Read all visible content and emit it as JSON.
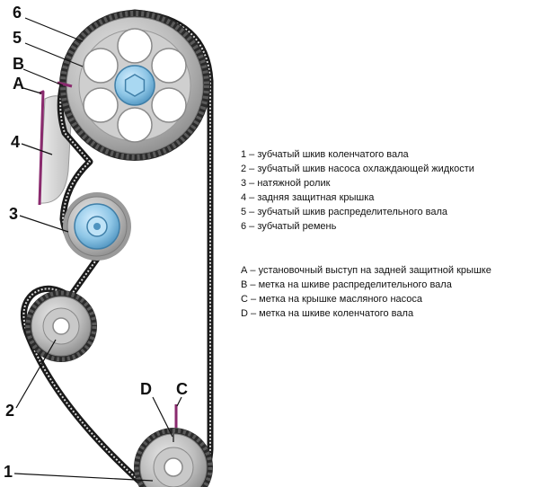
{
  "callouts": {
    "n6": "6",
    "n5": "5",
    "B": "B",
    "A": "A",
    "n4": "4",
    "n3": "3",
    "n2": "2",
    "n1": "1",
    "D": "D",
    "C": "C"
  },
  "legend_parts": [
    "1 – зубчатый шкив коленчатого вала",
    "2 – зубчатый шкив насоса охлаждающей жидкости",
    "3 – натяжной ролик",
    "4 – задняя защитная крышка",
    "5 – зубчатый шкив распределительного вала",
    "6 – зубчатый ремень"
  ],
  "legend_marks": [
    "А – установочный выступ на задней защитной крышке",
    "В – метка на шкиве распределительного вала",
    "С – метка на крышке масляного насоса",
    "D – метка на шкиве коленчатого вала"
  ],
  "colors": {
    "belt": "#1a1a1a",
    "pulley_metal": "#b8b8b8",
    "pulley_dark": "#7c7c7c",
    "hub_blue": "#8ec6e6",
    "cover_grey": "#d4d4d4",
    "mark_purple": "#8a2a6e"
  }
}
